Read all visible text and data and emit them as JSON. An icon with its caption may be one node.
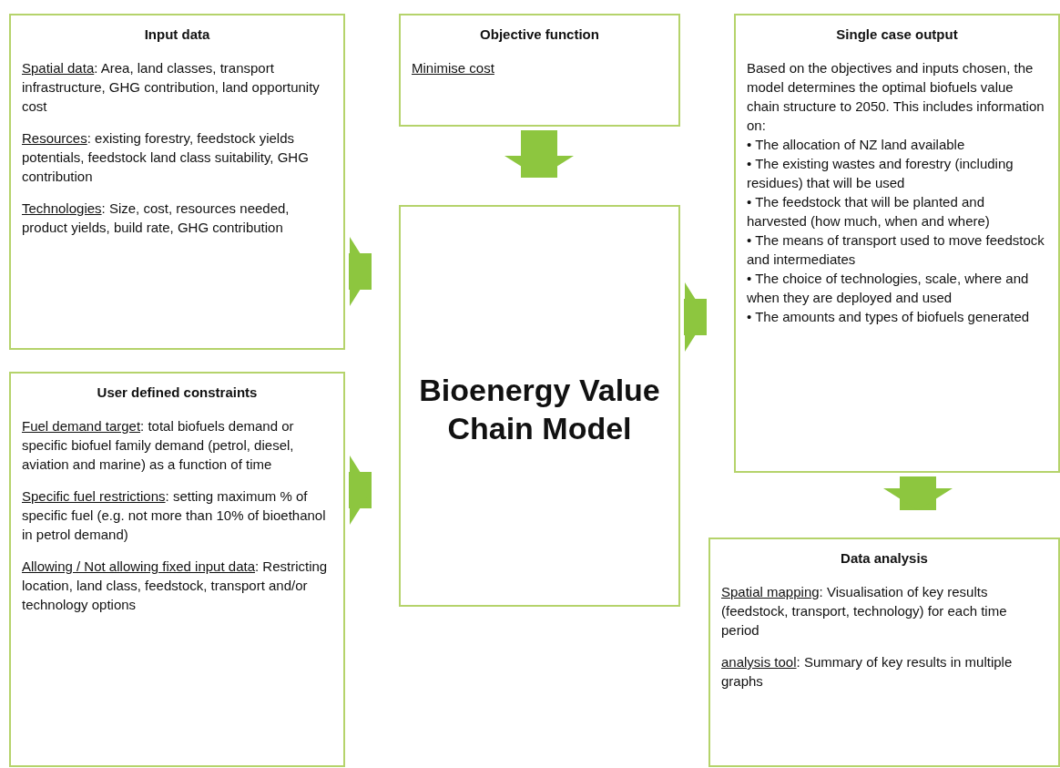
{
  "diagram": {
    "nodes": [
      {
        "text": [
          "Input data",
          "Spatial data: Area, land classes, transport infrastructure,  GHG contribution, land opportunity cost",
          "Resources: existing forestry, feedstock yields potentials, feedstock land class suitability, GHG contribution",
          "Technologies: Size, cost, resources needed, product yields, build rate, GHG contribution"
        ]
      },
      {
        "text": [
          "Objective function",
          "Minimise cost"
        ]
      },
      {
        "text": [
          "Single case output",
          "Based on the objectives and inputs chosen, the model determines the optimal biofuels value chain structure to 2050. This includes information on:",
          "• The allocation of NZ land available",
          "• The existing wastes and forestry (including residues) that will be used",
          "• The feedstock that will be planted and harvested (how much, when and where)",
          "• The means of transport used to move feedstock and intermediates",
          "• The choice of technologies, scale, where and when they are deployed and used",
          "• The amounts and types of biofuels generated"
        ]
      },
      {
        "text": [
          "User defined constraints",
          "Fuel demand target: total biofuels demand or specific biofuel family demand (petrol, diesel, aviation and marine) as a function of time",
          "Specific fuel restrictions: setting maximum % of specific fuel (e.g. not more than 10% of bioethanol in petrol demand)",
          "Allowing / Not allowing fixed input data: Restricting location, land class, feedstock, transport and/or technology options"
        ]
      },
      {
        "text": [
          "Bioenergy Value Chain Model"
        ]
      },
      {
        "text": [
          "Data analysis",
          "Spatial mapping: Visualisation of key results (feedstock, transport, technology) for each time period",
          "analysis tool: Summary of key results in multiple graphs"
        ]
      }
    ],
    "edges": [
      {
        "from": 0,
        "to": 4,
        "arrow": "to"
      },
      {
        "from": 3,
        "to": 4,
        "arrow": "to"
      },
      {
        "from": 1,
        "to": 4,
        "arrow": "to"
      },
      {
        "from": 4,
        "to": 2,
        "arrow": "to"
      },
      {
        "from": 2,
        "to": 5,
        "arrow": "to"
      }
    ]
  }
}
